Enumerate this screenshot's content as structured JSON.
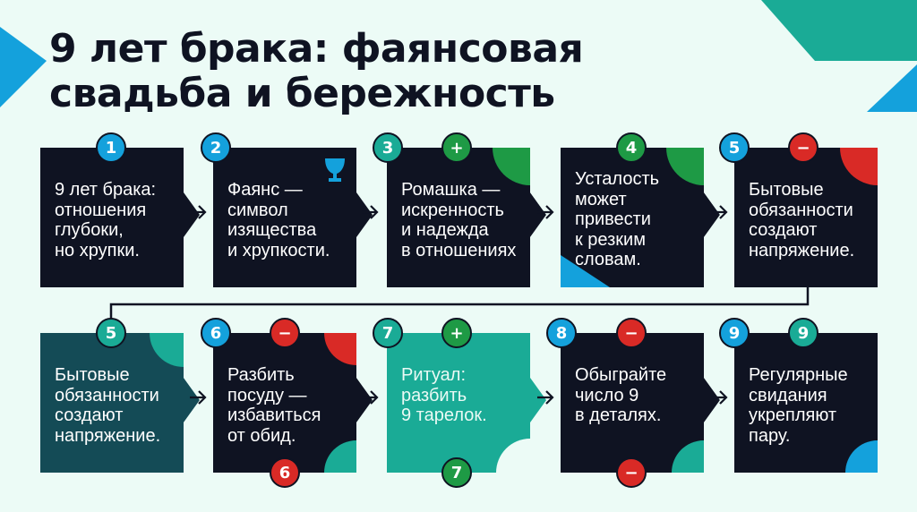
{
  "title": {
    "line1": "9 лет брака: фаянсовая",
    "line2": "свадьба и бережность"
  },
  "colors": {
    "background": "#ecfbf6",
    "dark_box": "#0f1322",
    "teal_dark_box": "#144b56",
    "teal_box": "#1aab96",
    "blue": "#14a1dc",
    "teal": "#1aab96",
    "green": "#1e9a45",
    "red": "#d92a26",
    "text_dark": "#0f1322"
  },
  "row1": [
    {
      "step": "1",
      "badge_color": "#14a1dc",
      "extra_badge": null,
      "text": "9 лет брака:\nотношения\nглубоки,\nно хрупки.",
      "corner": null,
      "icon": null
    },
    {
      "step": "2",
      "badge_color": "#14a1dc",
      "extra_badge": null,
      "text": "Фаянс —\nсимвол\nизящества\nи хрупкости.",
      "corner": null,
      "icon": "goblet-icon"
    },
    {
      "step": "3",
      "badge_color": "#1aab96",
      "extra_badge": {
        "symbol": "+",
        "color": "#1e9a45"
      },
      "text": "Ромашка —\nискренность\nи надежда\nв отношениях",
      "corner": "green-top-right"
    },
    {
      "step": "4",
      "badge_color": "#1e9a45",
      "extra_badge": null,
      "text": "Усталость\nможет\nпривести\nк резким\nсловам.",
      "corner": "green-top-right + blue-bottom-left"
    },
    {
      "step": "5",
      "badge_color": "#14a1dc",
      "extra_badge": {
        "symbol": "−",
        "color": "#d92a26"
      },
      "text": "Бытовые\nобязанности\nсоздают\nнапряжение.",
      "corner": "red-top-right"
    }
  ],
  "row2": [
    {
      "step": "5",
      "badge_color": "#1aab96",
      "extra_badge": null,
      "text": "Бытовые\nобязанности\nсоздают\nнапряжение.",
      "corner": "teal-top-right"
    },
    {
      "step": "6",
      "badge_color": "#14a1dc",
      "extra_badge": {
        "symbol": "−",
        "color": "#d92a26"
      },
      "bottom_badge": {
        "symbol": "6",
        "color": "#d92a26"
      },
      "text": "Разбить\nпосуду —\nизбавиться\nот обид.",
      "corner": "red-top-right + teal-bottom-right"
    },
    {
      "step": "7",
      "badge_color": "#1aab96",
      "extra_badge": {
        "symbol": "+",
        "color": "#1e9a45"
      },
      "bottom_badge": {
        "symbol": "7",
        "color": "#1e9a45"
      },
      "text": "Ритуал:\nразбить\n9 тарелок.",
      "corner": "notch-bottom-right"
    },
    {
      "step": "8",
      "badge_color": "#14a1dc",
      "extra_badge": {
        "symbol": "−",
        "color": "#d92a26"
      },
      "bottom_badge": {
        "symbol": "−",
        "color": "#d92a26"
      },
      "text": "Обыграйте\nчисло 9\nв деталях.",
      "corner": "teal-bottom-right"
    },
    {
      "step": "9",
      "badge_color": "#14a1dc",
      "extra_badge": {
        "symbol": "9",
        "color": "#1aab96"
      },
      "text": "Регулярные\nсвидания\nукрепляют\nпару.",
      "corner": "blue-bottom-right"
    }
  ]
}
